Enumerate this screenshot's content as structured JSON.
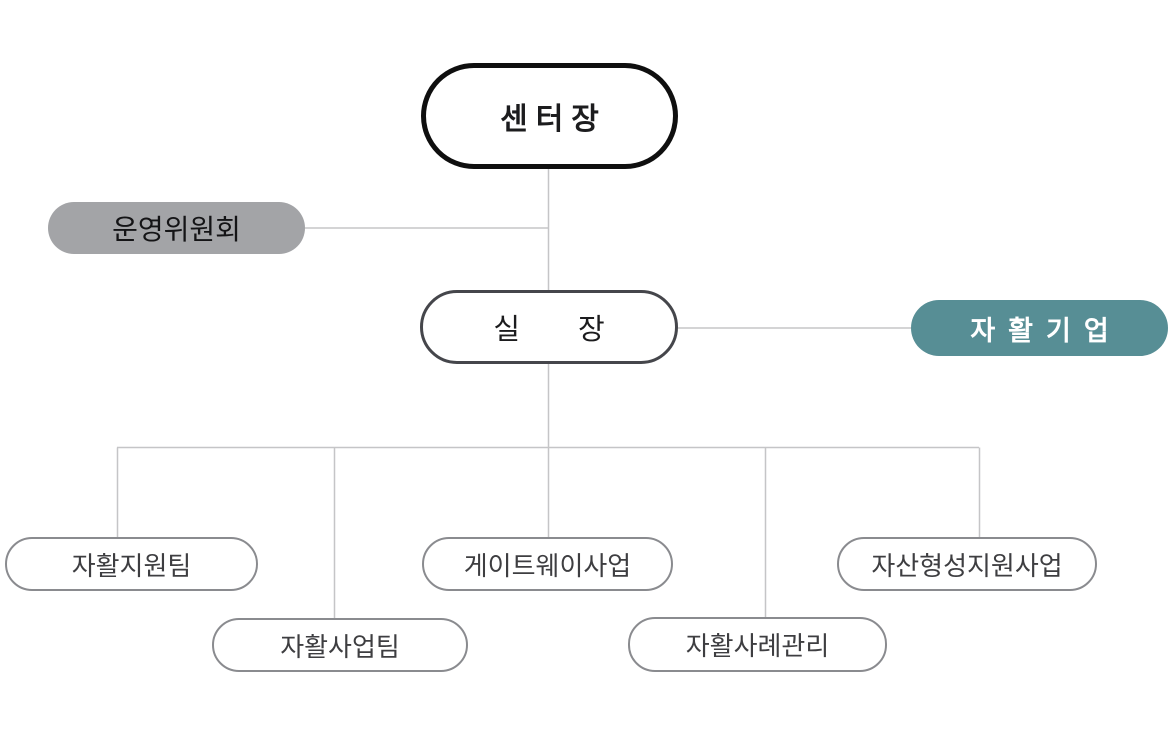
{
  "diagram": {
    "type": "org-chart",
    "language": "ko"
  },
  "nodes": {
    "center_director": "센터장",
    "steering_committee": "운영위원회",
    "office_head": "실　　장",
    "enterprise": "자활기업",
    "support_team": "자활지원팀",
    "business_team": "자활사업팀",
    "gateway": "게이트웨이사업",
    "case_management": "자활사례관리",
    "asset_building": "자산형성지원사업"
  },
  "colors": {
    "committee-bg": "#a3a4a7",
    "enterprise-bg": "#578e95",
    "enterprise-text": "#ffffff",
    "line": "#c5c5c7",
    "head-border": "#0f0f0f",
    "office-border": "#45464b",
    "team-border": "#8a8b8f",
    "text-dark": "#1c1c1e",
    "team-text": "#3e3e41"
  }
}
